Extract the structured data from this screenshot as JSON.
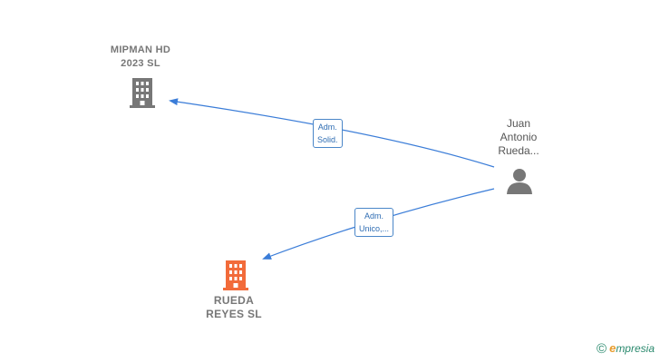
{
  "nodes": {
    "mipman": {
      "line1": "MIPMAN HD",
      "line2": "2023  SL",
      "color": "#777777"
    },
    "rueda_reyes": {
      "line1": "RUEDA",
      "line2": "REYES  SL",
      "color": "#f26b3a"
    },
    "person": {
      "line1": "Juan",
      "line2": "Antonio",
      "line3": "Rueda...",
      "color": "#777777"
    }
  },
  "edges": {
    "to_mipman": {
      "line1": "Adm.",
      "line2": "Solid."
    },
    "to_rueda": {
      "line1": "Adm.",
      "line2": "Unico,..."
    }
  },
  "edge_color": "#3b7dd8",
  "brand": {
    "symbol": "©",
    "initial": "e",
    "rest": "mpresia"
  }
}
